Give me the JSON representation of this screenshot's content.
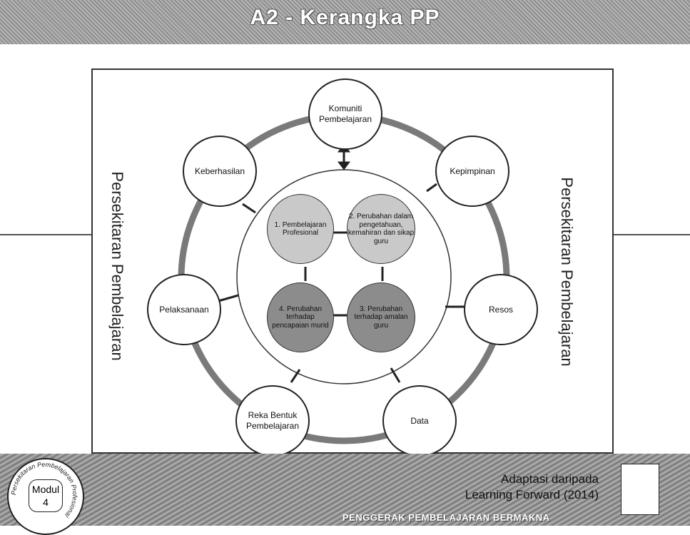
{
  "header": {
    "title": "A2 - Kerangka PP"
  },
  "side_labels": {
    "left": "Persekitaran Pembelajaran",
    "right": "Persekitaran Pembelajaran"
  },
  "outer_nodes": {
    "komuniti": "Komuniti Pembelajaran",
    "kepimpinan": "Kepimpinan",
    "resos": "Resos",
    "data": "Data",
    "reka_bentuk": "Reka Bentuk Pembelajaran",
    "pelaksanaan": "Pelaksanaan",
    "keberhasilan": "Keberhasilan"
  },
  "inner_nodes": {
    "n1": "1. Pembelajaran Profesional",
    "n2": "2. Perubahan dalam pengetahuan, kemahiran dan sikap guru",
    "n3": "3. Perubahan terhadap amalan guru",
    "n4": "4. Perubahan terhadap pencapaian murid"
  },
  "badge": {
    "ring_text": "Persekitaran Pembelajaran Profesional",
    "label": "Modul 4"
  },
  "credit": {
    "line1": "Adaptasi daripada",
    "line2": "Learning Forward (2014)"
  },
  "footer": {
    "tagline": "PENGGERAK PEMBELAJARAN BERMAKNA"
  },
  "colors": {
    "inner_light": "#c9c9c9",
    "inner_dark": "#8c8c8c",
    "ring": "#7a7a7a"
  }
}
